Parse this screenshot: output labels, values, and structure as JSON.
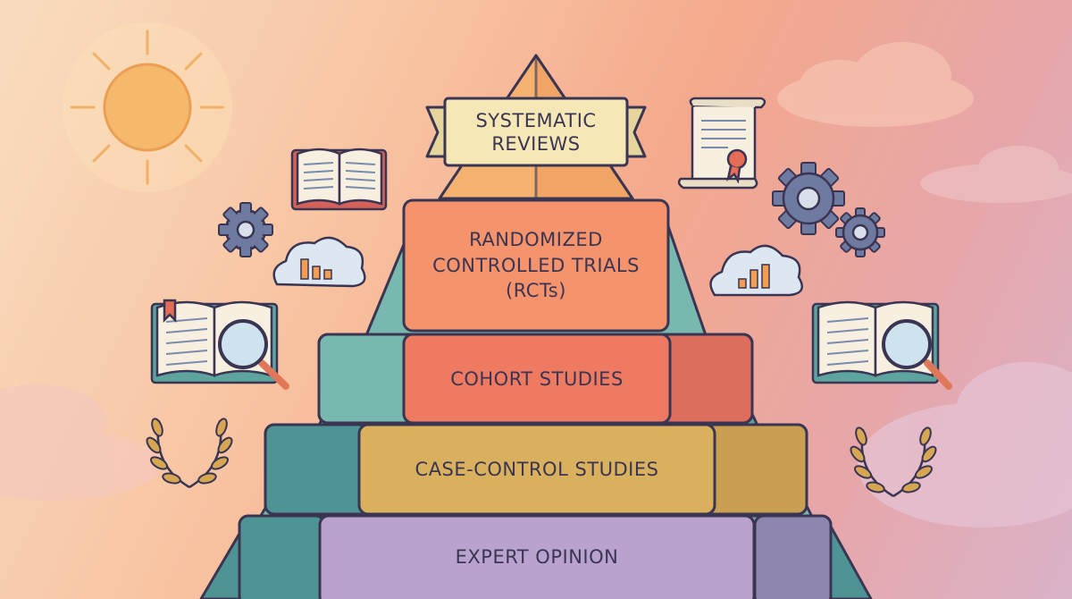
{
  "pyramid": {
    "levels": [
      {
        "label": "SYSTEMATIC\nREVIEWS"
      },
      {
        "label": "RANDOMIZED\nCONTROLLED TRIALS\n(RCTs)"
      },
      {
        "label": "COHORT STUDIES"
      },
      {
        "label": "CASE-CONTROL STUDIES"
      },
      {
        "label": "EXPERT OPINION"
      }
    ]
  },
  "colors": {
    "apex": "#f4b170",
    "rct": "#f4936c",
    "cohort": "#ee7a62",
    "case_control": "#d9b05e",
    "expert": "#b9a2cc",
    "teal_dark": "#4f9494",
    "teal_light": "#79b8ae",
    "outline": "#3a3552"
  },
  "decorations": [
    "sun-icon",
    "open-book-icon",
    "certificate-scroll-icon",
    "gear-icon",
    "cloud-chart-icon",
    "magnifier-book-icon",
    "laurel-icon"
  ]
}
